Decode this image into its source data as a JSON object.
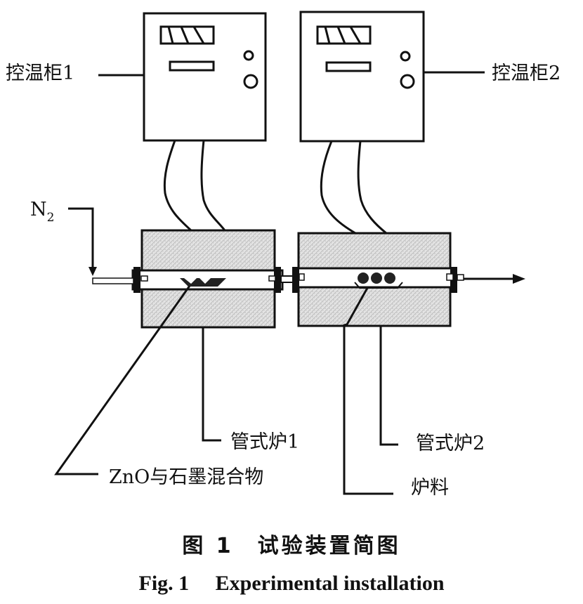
{
  "title": "Experimental installation schematic",
  "labels": {
    "cabinet1": "控温柜1",
    "cabinet2": "控温柜2",
    "gas_inlet": "N",
    "gas_inlet_sub": "2",
    "furnace1": "管式炉1",
    "furnace2": "管式炉2",
    "mixture": "ZnO与石墨混合物",
    "charge": "炉料"
  },
  "caption": {
    "chinese": "图 1　试验装置简图",
    "english": "Fig. 1　 Experimental installation"
  }
}
